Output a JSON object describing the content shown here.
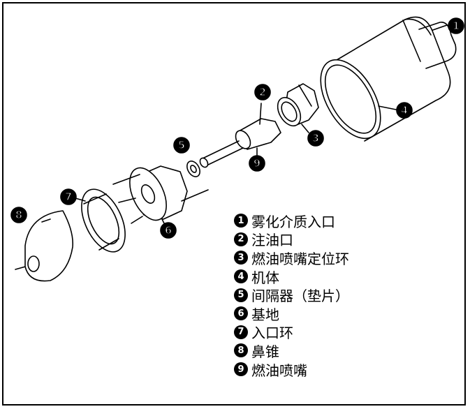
{
  "callout_numbers": [
    "1",
    "2",
    "3",
    "4",
    "5",
    "6",
    "7",
    "8",
    "9"
  ],
  "legend": [
    {
      "num": "1",
      "label": "雾化介质入口"
    },
    {
      "num": "2",
      "label": "注油口"
    },
    {
      "num": "3",
      "label": "燃油喷嘴定位环"
    },
    {
      "num": "4",
      "label": "机体"
    },
    {
      "num": "5",
      "label": "间隔器（垫片）"
    },
    {
      "num": "6",
      "label": "基地"
    },
    {
      "num": "7",
      "label": "入口环"
    },
    {
      "num": "8",
      "label": "鼻锥"
    },
    {
      "num": "9",
      "label": "燃油喷嘴"
    }
  ]
}
